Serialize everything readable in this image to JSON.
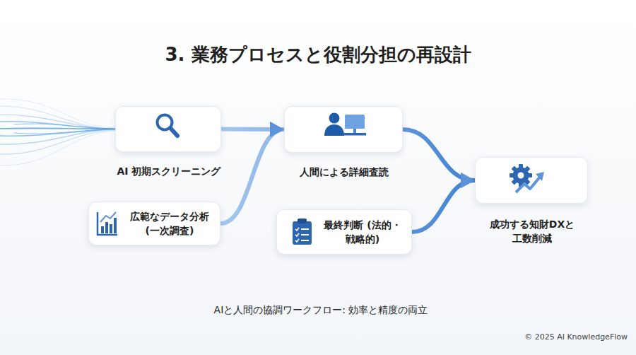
{
  "diagram": {
    "title": "3. 業務プロセスと役割分担の再設計",
    "caption": "AIと人間の協調ワークフロー: 効率と精度の両立",
    "nodes": [
      {
        "text": [
          "AI 初期スクリーニング"
        ]
      },
      {
        "text": [
          "広範なデータ分析 (一次調査)"
        ]
      },
      {
        "text": [
          "人間による詳細査読"
        ]
      },
      {
        "text": [
          "最終判断 (法的・戦略的)"
        ]
      },
      {
        "text": [
          "成功する知財DXと 工数削減"
        ]
      }
    ],
    "edges": [
      {
        "from": 0,
        "to": 2,
        "arrow": "to"
      },
      {
        "from": 1,
        "to": 2,
        "arrow": "to"
      },
      {
        "from": 2,
        "to": 4,
        "arrow": "to"
      },
      {
        "from": 3,
        "to": 4,
        "arrow": "to"
      }
    ],
    "labels": [
      "© 2025 AI KnowledgeFlow"
    ]
  }
}
